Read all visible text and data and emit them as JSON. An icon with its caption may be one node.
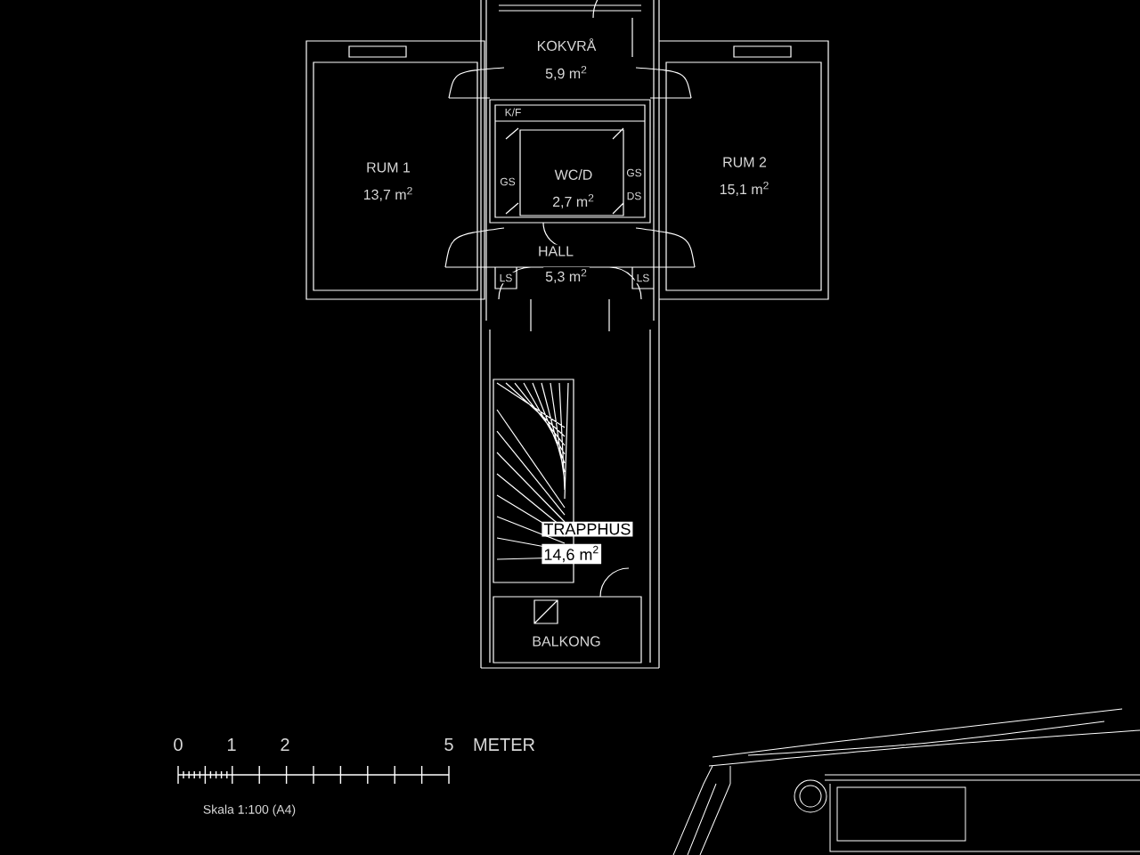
{
  "diagram": {
    "labels": [
      "KOKVRÅ",
      "5,9 m$^{2}$",
      "RUM 1",
      "13,7 m$^{2}$",
      "K/F",
      "GS",
      "WC/D",
      "2,7 m$^{2}$",
      "RUM 2",
      "15,1 m$^{2}$",
      "GS",
      "DS",
      "HALL",
      "LS",
      "5,3 m$^{2}$",
      "LS",
      "TRAPPHUS",
      "14,6 m$^{2}$",
      "BALKONG",
      "0",
      "1",
      "2",
      "5",
      "METER",
      "Skala 1:100 (A4)"
    ]
  }
}
